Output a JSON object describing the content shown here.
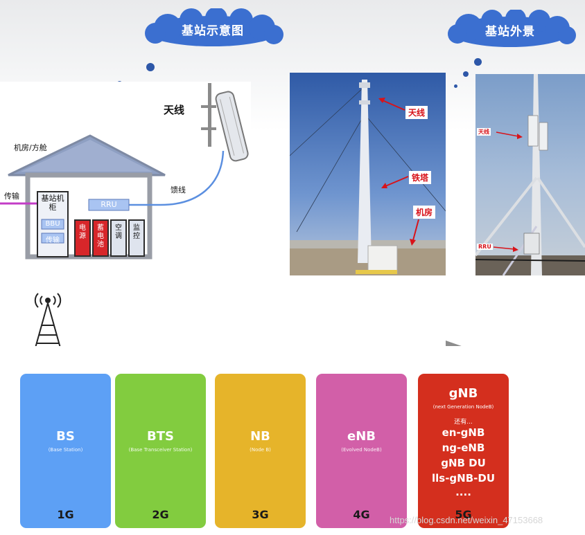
{
  "header": {
    "diagram_title": "基站示意图",
    "photo_title": "基站外景"
  },
  "schematic": {
    "antenna_label": "天线",
    "room_label": "机房/方舱",
    "transmission_label": "传输",
    "feeder_label": "馈线",
    "cabinet_label": "基站机柜",
    "bbu_label": "BBU",
    "cabinet_transmission_label": "传输",
    "rru_label": "RRU",
    "units": [
      {
        "label": "电源",
        "color": "#d7262a"
      },
      {
        "label": "蓄电池",
        "color": "#d7262a"
      },
      {
        "label": "空调",
        "color": "#dfe4ee"
      },
      {
        "label": "监控",
        "color": "#dfe4ee"
      }
    ]
  },
  "photo1": {
    "labels": {
      "antenna": "天线",
      "tower": "铁塔",
      "room": "机房"
    }
  },
  "photo2": {
    "labels": {
      "antenna": "天线",
      "rru": "RRU"
    }
  },
  "timeline": {
    "generations": [
      {
        "name": "BS",
        "full": "(Base Station)",
        "gen": "1G",
        "color": "#5da0f5"
      },
      {
        "name": "BTS",
        "full": "(Base Transceiver Station)",
        "gen": "2G",
        "color": "#82cc3f"
      },
      {
        "name": "NB",
        "full": "(Node B)",
        "gen": "3G",
        "color": "#e6b42a"
      },
      {
        "name": "eNB",
        "full": "(Evolved NodeB)",
        "gen": "4G",
        "color": "#d25fa8"
      }
    ],
    "fifth": {
      "name": "gNB",
      "full": "(next Generation NodeB)",
      "also": "还有...",
      "aliases": [
        "en-gNB",
        "ng-eNB",
        "gNB DU",
        "lls-gNB-DU",
        "...."
      ],
      "gen": "5G",
      "color": "#d42f1e"
    }
  },
  "watermark": "https://blog.csdn.net/weixin_47153668",
  "colors": {
    "cloud": "#3b6fd0",
    "arrow": "#8d8d8d",
    "feeder": "#5b8fe0",
    "transmission": "#c33cc7",
    "house": "#999da6",
    "roof": "#8e9fc2"
  }
}
